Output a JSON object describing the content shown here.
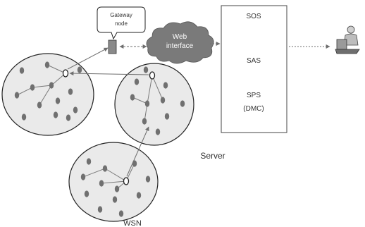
{
  "diagram": {
    "callout_lines": [
      "Gateway",
      "node"
    ],
    "cloud_lines": [
      "Web",
      "interface"
    ],
    "server_box_items": [
      "SOS",
      "SAS",
      "SPS",
      "(DMC)"
    ],
    "server_label": "Server",
    "wsn_label": "WSN"
  },
  "colors": {
    "node_fill": "#707070",
    "cluster_fill": "#eaeaea",
    "cloud_fill": "#7a7a7a",
    "gateway_fill": "#8a8a8a",
    "arrow": "#6e6e6e",
    "cloud_text": "#ffffff",
    "text": "#333333"
  },
  "icons": {
    "user": "user-at-laptop-icon",
    "gateway": "gateway-node-icon",
    "cloud": "cloud-icon"
  }
}
